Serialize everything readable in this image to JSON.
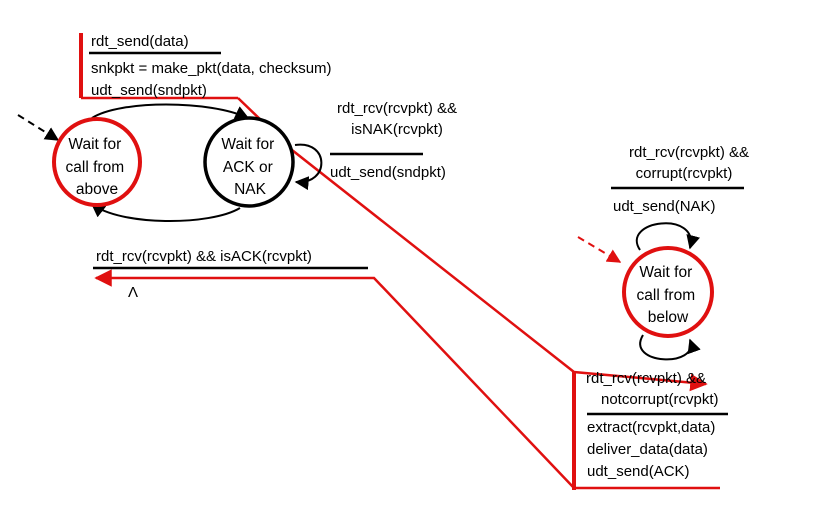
{
  "colors": {
    "red": "#e01010",
    "black": "#000000"
  },
  "sender": {
    "state_wait_call_above": [
      "Wait for",
      "call from",
      "above"
    ],
    "state_wait_ack_nak": [
      "Wait for",
      "ACK or",
      "NAK"
    ],
    "send_event": "rdt_send(data)",
    "send_actions": [
      "snkpkt = make_pkt(data, checksum)",
      "udt_send(sndpkt)"
    ],
    "nak_event": [
      "rdt_rcv(rcvpkt) &&",
      "isNAK(rcvpkt)"
    ],
    "nak_action": "udt_send(sndpkt)",
    "ack_event": "rdt_rcv(rcvpkt) && isACK(rcvpkt)",
    "ack_action": "Λ"
  },
  "receiver": {
    "state_wait_call_below": [
      "Wait for",
      "call from",
      "below"
    ],
    "corrupt_event": [
      "rdt_rcv(rcvpkt) &&",
      "corrupt(rcvpkt)"
    ],
    "corrupt_action": "udt_send(NAK)",
    "notcorrupt_event": [
      "rdt_rcv(rcvpkt) &&",
      "notcorrupt(rcvpkt)"
    ],
    "notcorrupt_actions": [
      "extract(rcvpkt,data)",
      "deliver_data(data)",
      "udt_send(ACK)"
    ]
  }
}
